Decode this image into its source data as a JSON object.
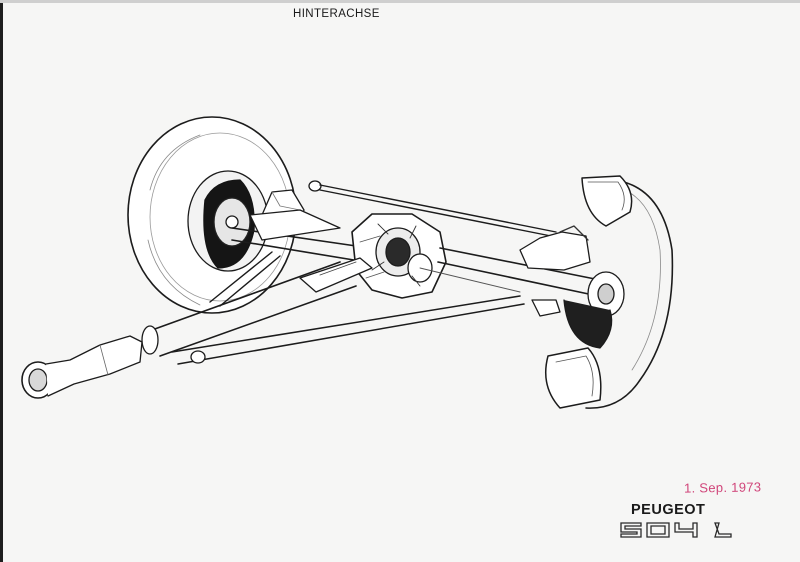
{
  "header": {
    "title": "HINTERACHSE"
  },
  "stamp": {
    "date": "1. Sep. 1973",
    "color": "#d0457a"
  },
  "brand": {
    "name": "PEUGEOT",
    "model": "504 L"
  },
  "illustration": {
    "subject": "rear-axle-cutaway",
    "style": "line-drawing"
  }
}
